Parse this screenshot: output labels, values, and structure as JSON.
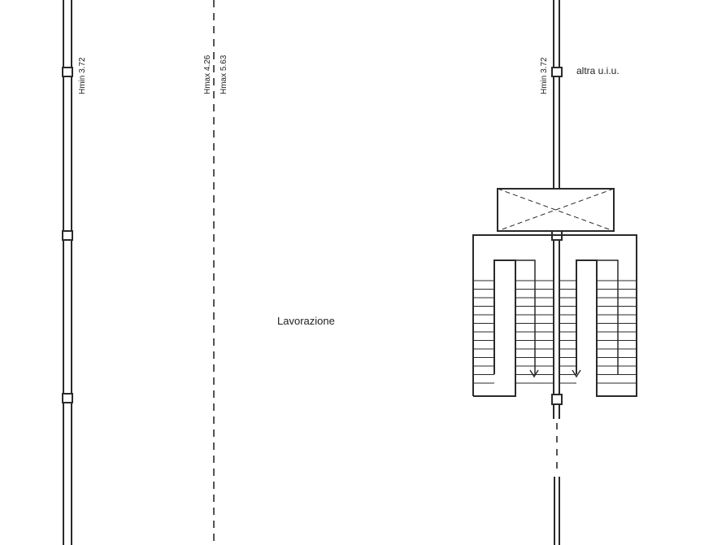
{
  "plan": {
    "room_label": "Lavorazione",
    "other_unit_label": "altra u.i.u.",
    "left_wall_height": "Hmin 3.72",
    "center_line_heights": [
      "Hmax 4.26",
      "Hmax 5.63"
    ],
    "right_wall_height": "Hmin 3.72"
  },
  "colors": {
    "line": "#2a2a2a",
    "paper": "#ffffff"
  }
}
